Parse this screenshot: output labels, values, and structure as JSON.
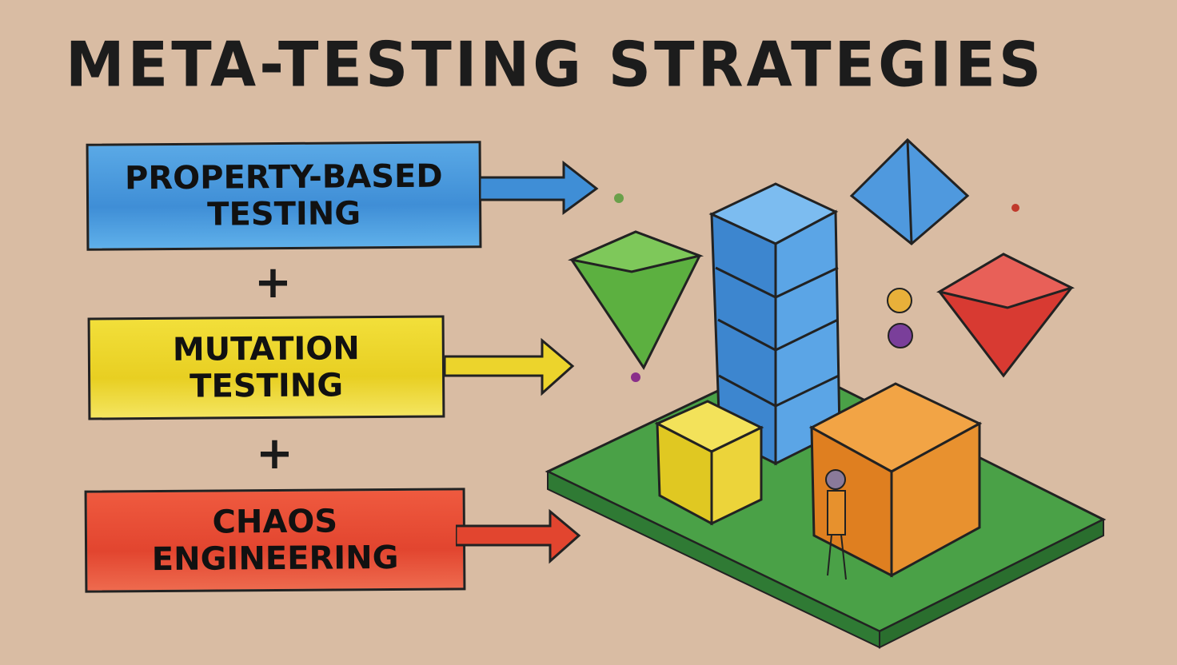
{
  "title": "META-TESTING STRATEGIES",
  "strategies": [
    {
      "line1": "PROPERTY-BASED",
      "line2": "TESTING",
      "color": "#3f8ed6"
    },
    {
      "line1": "MUTATION",
      "line2": "TESTING",
      "color": "#e8cf22"
    },
    {
      "line1": "CHAOS",
      "line2": "ENGINEERING",
      "color": "#e2452f"
    }
  ],
  "connectors": [
    "+",
    "+"
  ],
  "illustration": {
    "description": "Isometric green platform with stacked blue cubes, yellow cube, orange cube, figure, floating green/blue/red gems",
    "platform_color": "#3e9a45",
    "colors": {
      "blue": "#3f8ed6",
      "yellow": "#e8d22a",
      "orange": "#e98a28",
      "green": "#4ba33c",
      "red": "#d83a32"
    }
  },
  "background": "#d9bca3"
}
